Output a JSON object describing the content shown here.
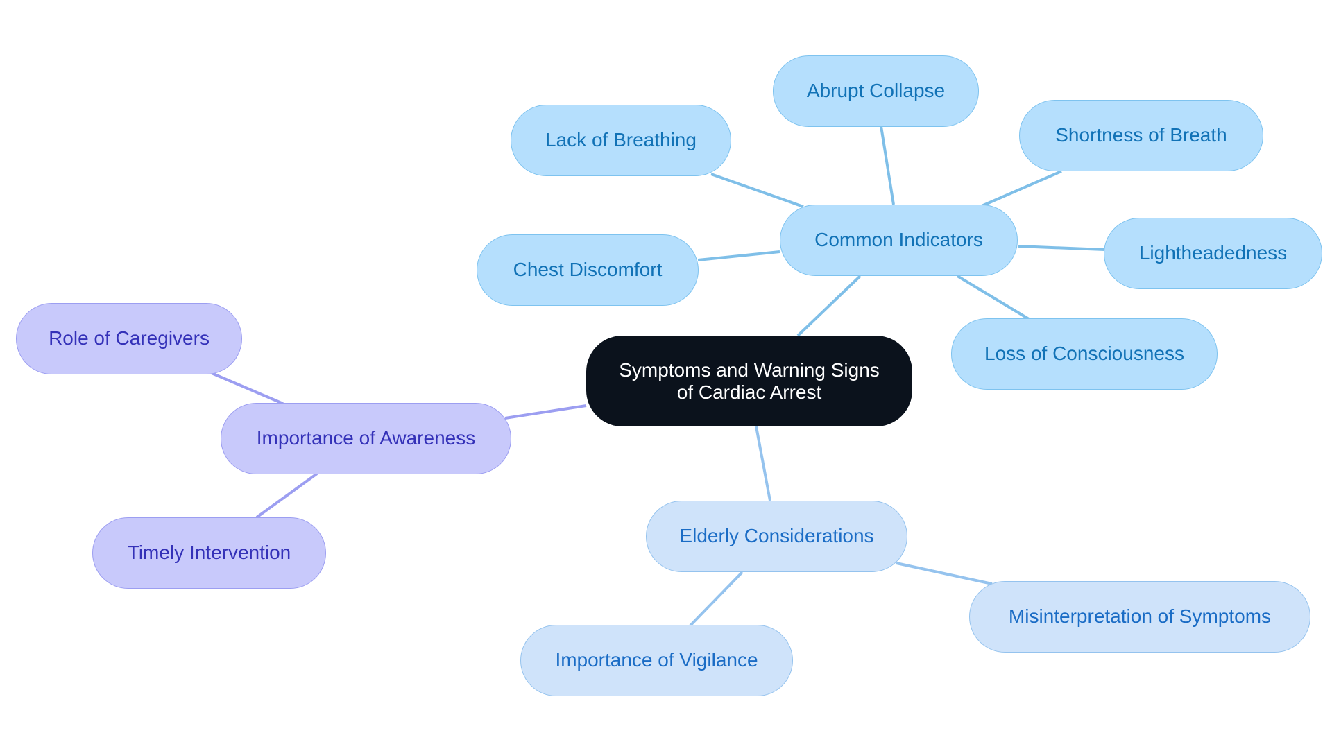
{
  "root": {
    "label": "Symptoms and Warning Signs of Cardiac Arrest"
  },
  "common_indicators": {
    "label": "Common Indicators",
    "children": [
      "Abrupt Collapse",
      "Lack of Breathing",
      "Shortness of Breath",
      "Chest Discomfort",
      "Lightheadedness",
      "Loss of Consciousness"
    ]
  },
  "importance_of_awareness": {
    "label": "Importance of Awareness",
    "children": [
      "Role of Caregivers",
      "Timely Intervention"
    ]
  },
  "elderly_considerations": {
    "label": "Elderly Considerations",
    "children": [
      "Importance of Vigilance",
      "Misinterpretation of Symptoms"
    ]
  },
  "colors": {
    "root_fill": "#0b121c",
    "root_text": "#ffffff",
    "indicators_fill": "#b5dffd",
    "indicators_border": "#7ec3ef",
    "indicators_text": "#1172b6",
    "indicators_edge": "#7fbfe8",
    "awareness_fill": "#c8c9fb",
    "awareness_border": "#9c9ef1",
    "awareness_text": "#3431b8",
    "awareness_edge": "#9c9ef1",
    "elderly_fill": "#cfe3fa",
    "elderly_border": "#95c3ee",
    "elderly_text": "#1a6cc5",
    "elderly_edge": "#95c3ee"
  }
}
